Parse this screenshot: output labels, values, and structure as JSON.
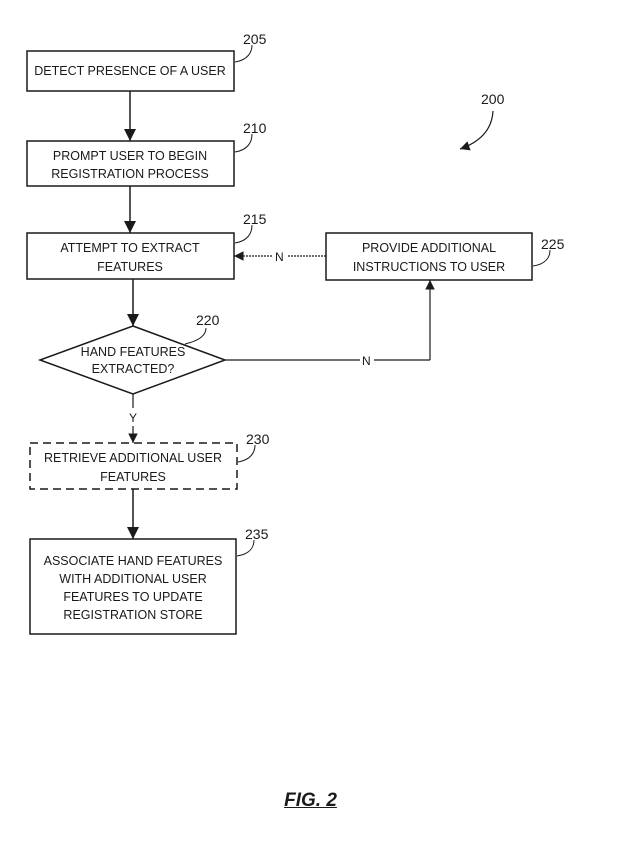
{
  "figure": {
    "title": "FIG. 2",
    "ref": "200"
  },
  "nodes": {
    "n205": {
      "ref": "205",
      "shape": "process",
      "lines": [
        "DETECT PRESENCE OF A USER"
      ]
    },
    "n210": {
      "ref": "210",
      "shape": "process",
      "lines": [
        "PROMPT USER TO BEGIN",
        "REGISTRATION PROCESS"
      ]
    },
    "n215": {
      "ref": "215",
      "shape": "process",
      "lines": [
        "ATTEMPT TO EXTRACT",
        "FEATURES"
      ]
    },
    "n220": {
      "ref": "220",
      "shape": "decision",
      "lines": [
        "HAND FEATURES",
        "EXTRACTED?"
      ]
    },
    "n225": {
      "ref": "225",
      "shape": "process",
      "lines": [
        "PROVIDE ADDITIONAL",
        "INSTRUCTIONS TO USER"
      ]
    },
    "n230": {
      "ref": "230",
      "shape": "optional-process",
      "lines": [
        "RETRIEVE ADDITIONAL USER",
        "FEATURES"
      ]
    },
    "n235": {
      "ref": "235",
      "shape": "process",
      "lines": [
        "ASSOCIATE HAND FEATURES",
        "WITH ADDITIONAL USER",
        "FEATURES TO UPDATE",
        "REGISTRATION STORE"
      ]
    }
  },
  "edges": [
    {
      "from": "205",
      "to": "210",
      "label": ""
    },
    {
      "from": "210",
      "to": "215",
      "label": ""
    },
    {
      "from": "215",
      "to": "220",
      "label": ""
    },
    {
      "from": "220",
      "to": "225",
      "label": "N"
    },
    {
      "from": "225",
      "to": "215",
      "label": "N"
    },
    {
      "from": "220",
      "to": "230",
      "label": "Y"
    },
    {
      "from": "230",
      "to": "235",
      "label": ""
    }
  ],
  "colors": {
    "ink": "#1a1a1a",
    "background": "#ffffff"
  }
}
